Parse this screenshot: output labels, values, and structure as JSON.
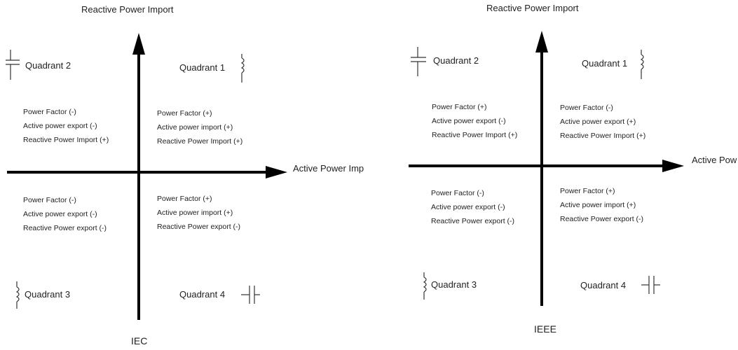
{
  "iec": {
    "axis_top": "Reactive Power Import",
    "axis_right": "Active Power Imp",
    "caption": "IEC",
    "quadrants": {
      "q1": {
        "label": "Quadrant 1",
        "symbol": "inductor-icon",
        "lines": [
          "Power Factor (+)",
          "Active power import (+)",
          "Reactive Power Import (+)"
        ]
      },
      "q2": {
        "label": "Quadrant 2",
        "symbol": "capacitor-icon",
        "lines": [
          "Power Factor (-)",
          "Active power export (-)",
          "Reactive Power Import (+)"
        ]
      },
      "q3": {
        "label": "Quadrant 3",
        "symbol": "inductor-icon",
        "lines": [
          "Power Factor (-)",
          "Active power export (-)",
          "Reactive Power export (-)"
        ]
      },
      "q4": {
        "label": "Quadrant 4",
        "symbol": "capacitor-icon",
        "lines": [
          "Power Factor (+)",
          "Active power import (+)",
          "Reactive Power export (-)"
        ]
      }
    }
  },
  "ieee": {
    "axis_top": "Reactive Power Import",
    "axis_right": "Active Pow",
    "caption": "IEEE",
    "quadrants": {
      "q1": {
        "label": "Quadrant 1",
        "symbol": "inductor-icon",
        "lines": [
          "Power Factor (-)",
          "Active power export (+)",
          "Reactive Power Import (+)"
        ]
      },
      "q2": {
        "label": "Quadrant 2",
        "symbol": "capacitor-icon",
        "lines": [
          "Power Factor (+)",
          "Active power export (-)",
          "Reactive Power Import (+)"
        ]
      },
      "q3": {
        "label": "Quadrant 3",
        "symbol": "inductor-icon",
        "lines": [
          "Power Factor (-)",
          "Active power export (-)",
          "Reactive Power export (-)"
        ]
      },
      "q4": {
        "label": "Quadrant 4",
        "symbol": "capacitor-icon",
        "lines": [
          "Power Factor (+)",
          "Active power import (+)",
          "Reactive Power export (-)"
        ]
      }
    }
  }
}
